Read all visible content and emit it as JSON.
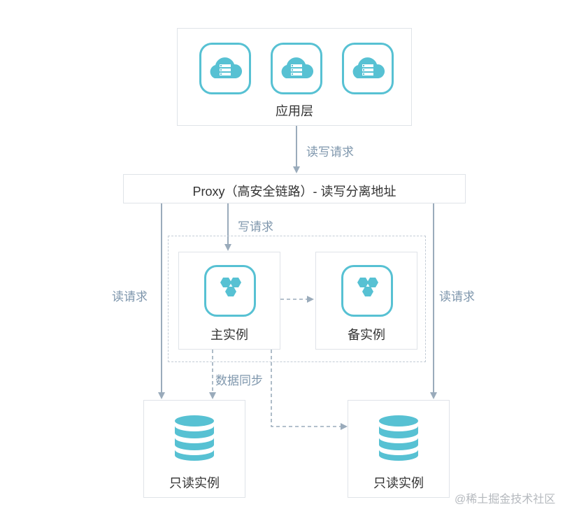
{
  "app_layer": {
    "label": "应用层",
    "icons": [
      "cloud-server-icon",
      "cloud-server-icon",
      "cloud-server-icon"
    ]
  },
  "proxy": {
    "label": "Proxy（高安全链路）- 读写分离地址"
  },
  "edges": {
    "rw_request": "读写请求",
    "write_request": "写请求",
    "read_request_left": "读请求",
    "read_request_right": "读请求",
    "data_sync": "数据同步"
  },
  "primary": {
    "label": "主实例",
    "icon": "hexagon-cluster-icon"
  },
  "standby": {
    "label": "备实例",
    "icon": "hexagon-cluster-icon"
  },
  "readonly_left": {
    "label": "只读实例",
    "icon": "database-icon"
  },
  "readonly_right": {
    "label": "只读实例",
    "icon": "database-icon"
  },
  "watermark": "@稀土掘金技术社区",
  "colors": {
    "accent": "#57c1d3",
    "arrow": "#9aabbb",
    "edge_text": "#7f97ad",
    "border": "#dfe3e8"
  }
}
